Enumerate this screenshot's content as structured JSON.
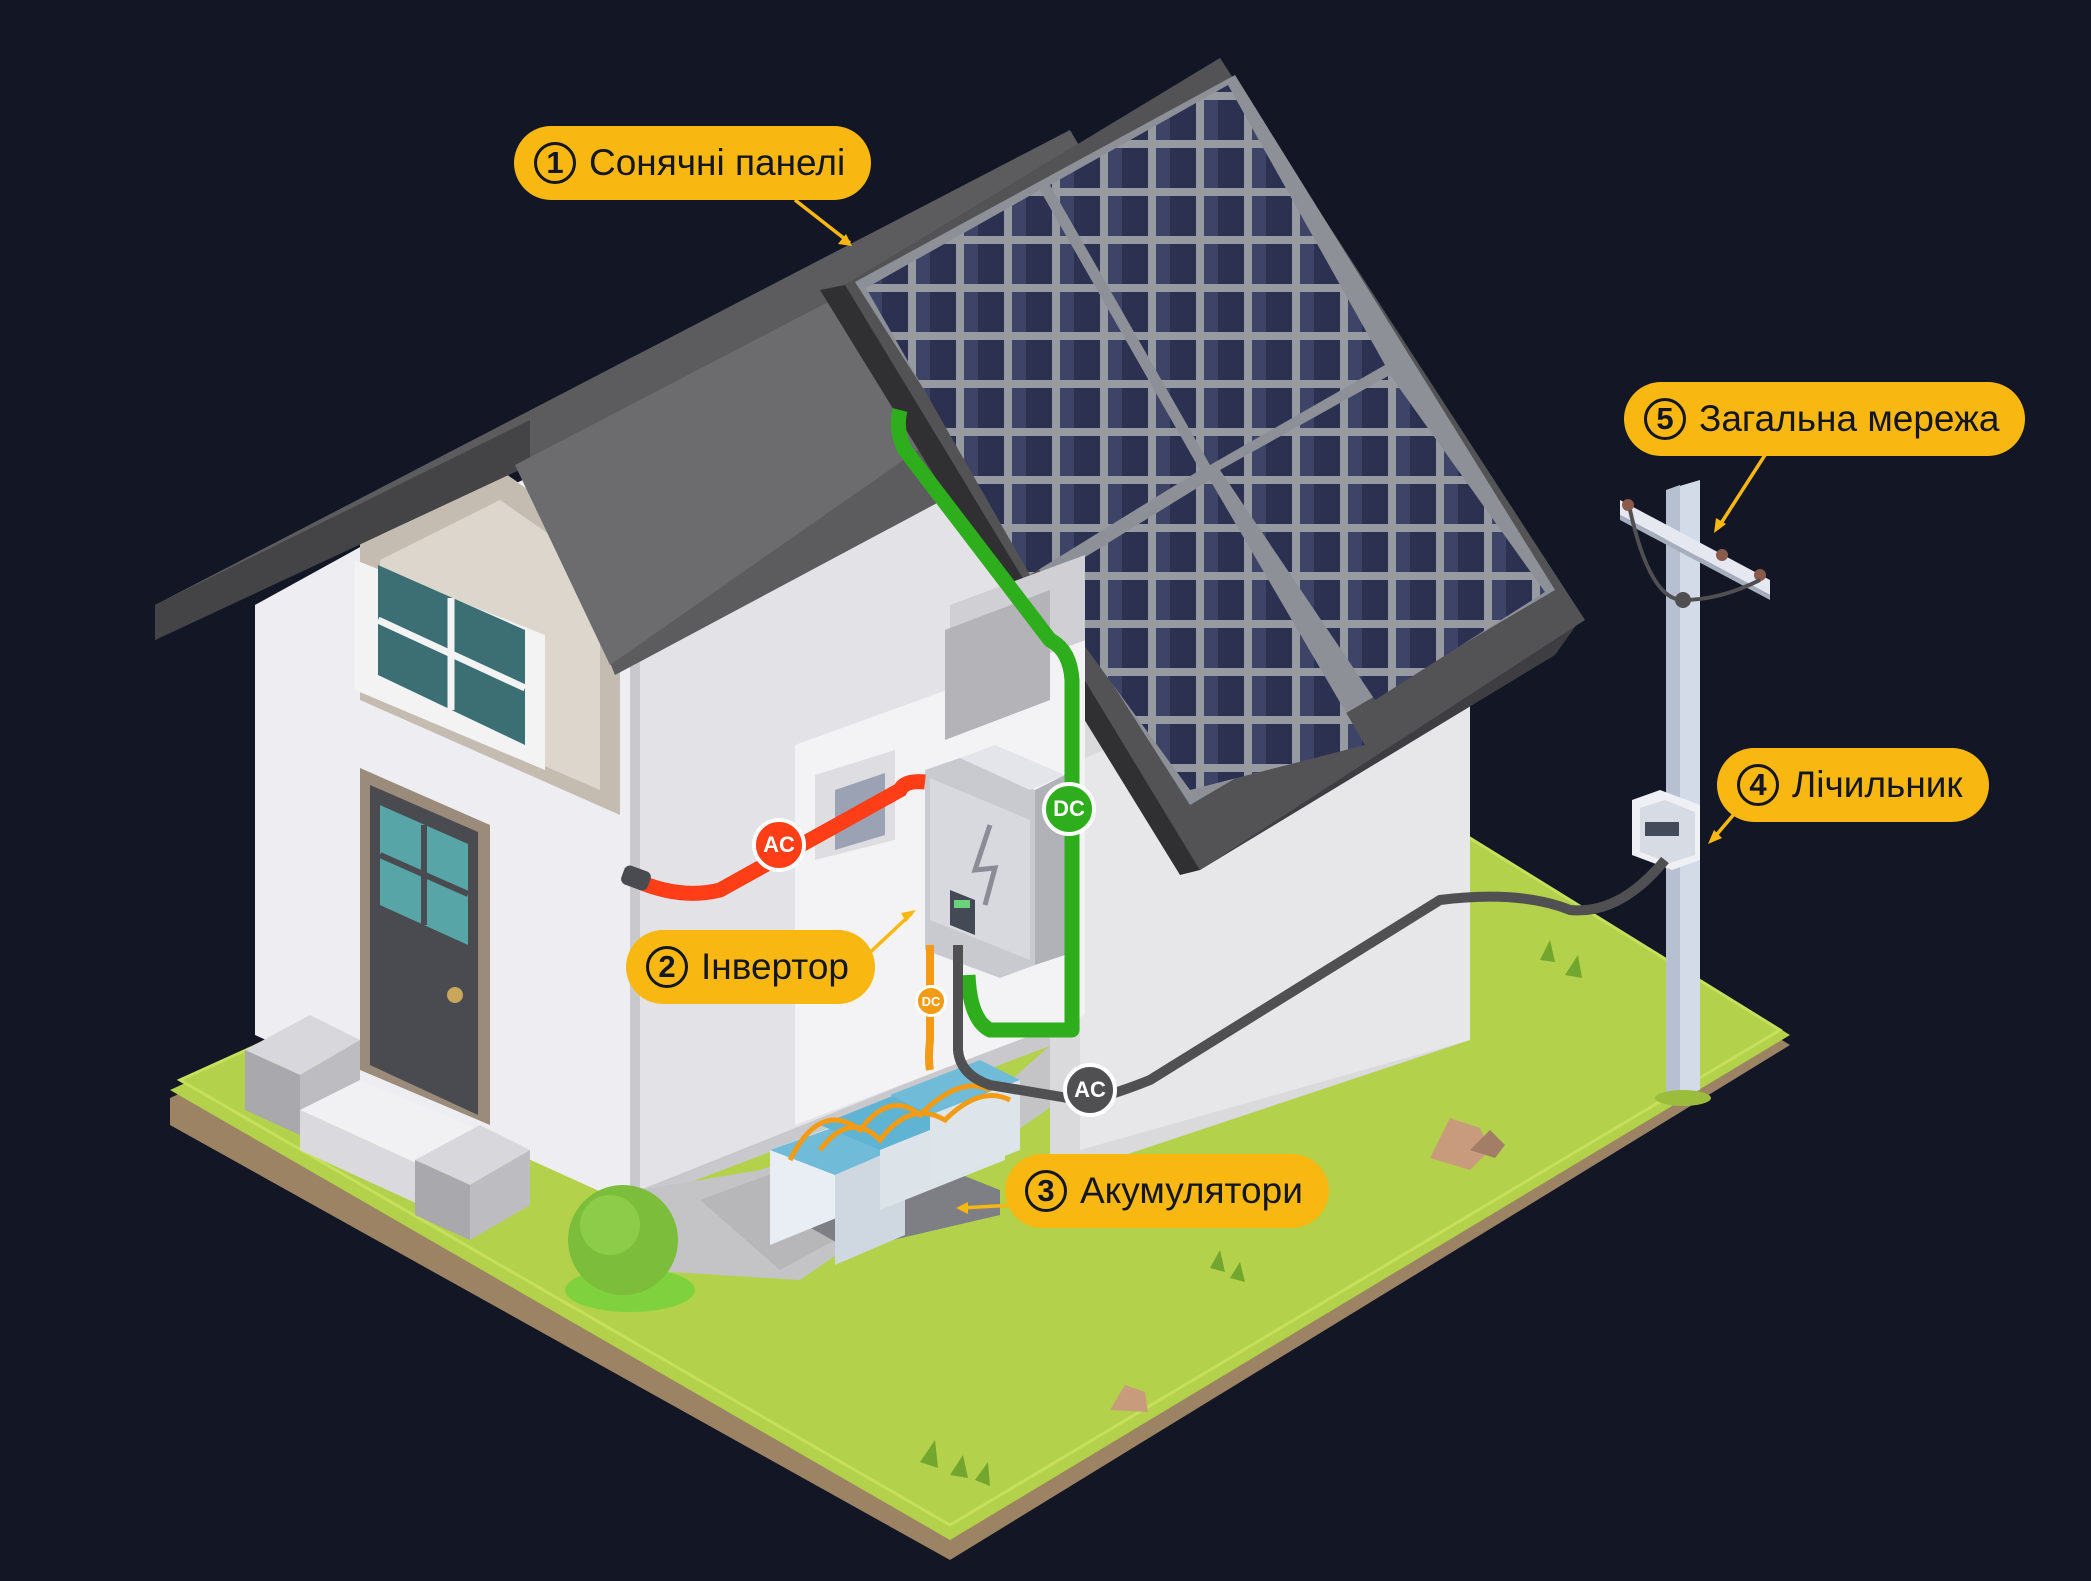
{
  "callouts": [
    {
      "num": "1",
      "label": "Сонячні панелі"
    },
    {
      "num": "2",
      "label": "Інвертор"
    },
    {
      "num": "3",
      "label": "Акумулятори"
    },
    {
      "num": "4",
      "label": "Лічильник"
    },
    {
      "num": "5",
      "label": "Загальна мережа"
    }
  ],
  "wire_tags": {
    "ac_red": "AC",
    "dc_green": "DC",
    "dc_battery": "DC",
    "ac_grid": "AC"
  },
  "colors": {
    "background": "#121625",
    "callout": "#f9b811",
    "ac_wire": "#ff3d17",
    "dc_wire": "#2fae1d",
    "dc_battery_wire": "#f39b14",
    "grid_wire": "#505052",
    "lawn": "#b3d14a",
    "panel": "#2c3152"
  }
}
